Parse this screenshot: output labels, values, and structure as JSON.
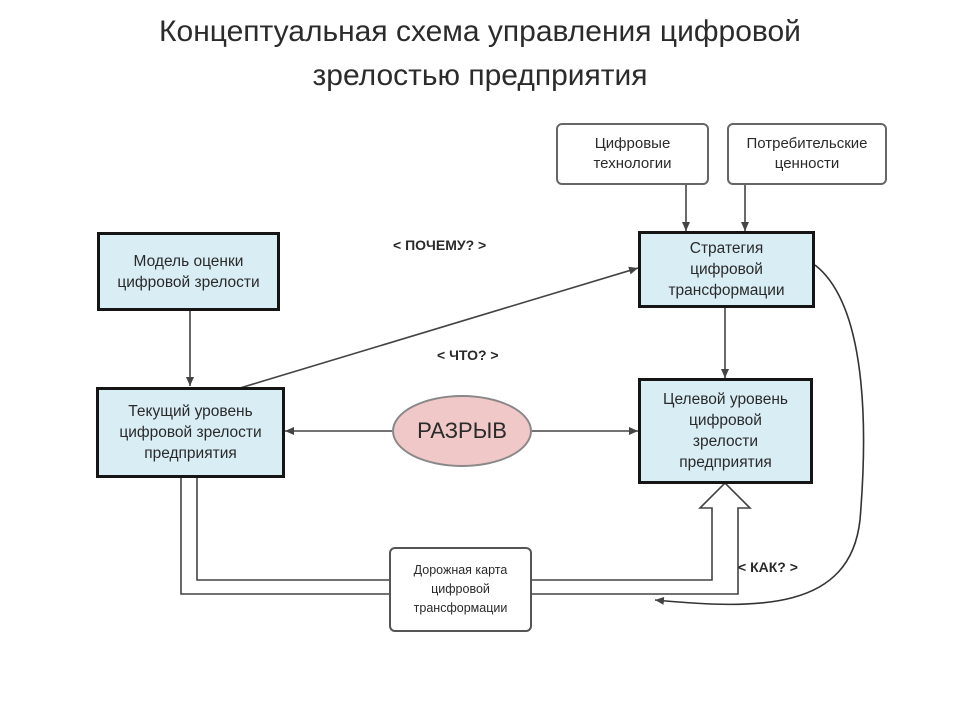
{
  "title": {
    "line1": "Концептуальная схема управления цифровой",
    "line2": "зрелостью предприятия"
  },
  "nodes": {
    "digital_tech": "Цифровые\nтехнологии",
    "consumer_values": "Потребительские\nценности",
    "assessment_model": "Модель оценки\nцифровой зрелости",
    "strategy": "Стратегия\nцифровой\nтрансформации",
    "current_level": "Текущий уровень\nцифровой зрелости\nпредприятия",
    "target_level": "Целевой уровень\nцифровой\nзрелости\nпредприятия",
    "gap": "РАЗРЫВ",
    "roadmap": "Дорожная карта\nцифровой\nтрансформации"
  },
  "questions": {
    "why": "< ПОЧЕМУ? >",
    "what": "< ЧТО? >",
    "how": "< КАК? >"
  },
  "colors": {
    "box_fill": "#d9edf5",
    "gap_fill": "#f1c8c8",
    "arrow": "#444444"
  }
}
